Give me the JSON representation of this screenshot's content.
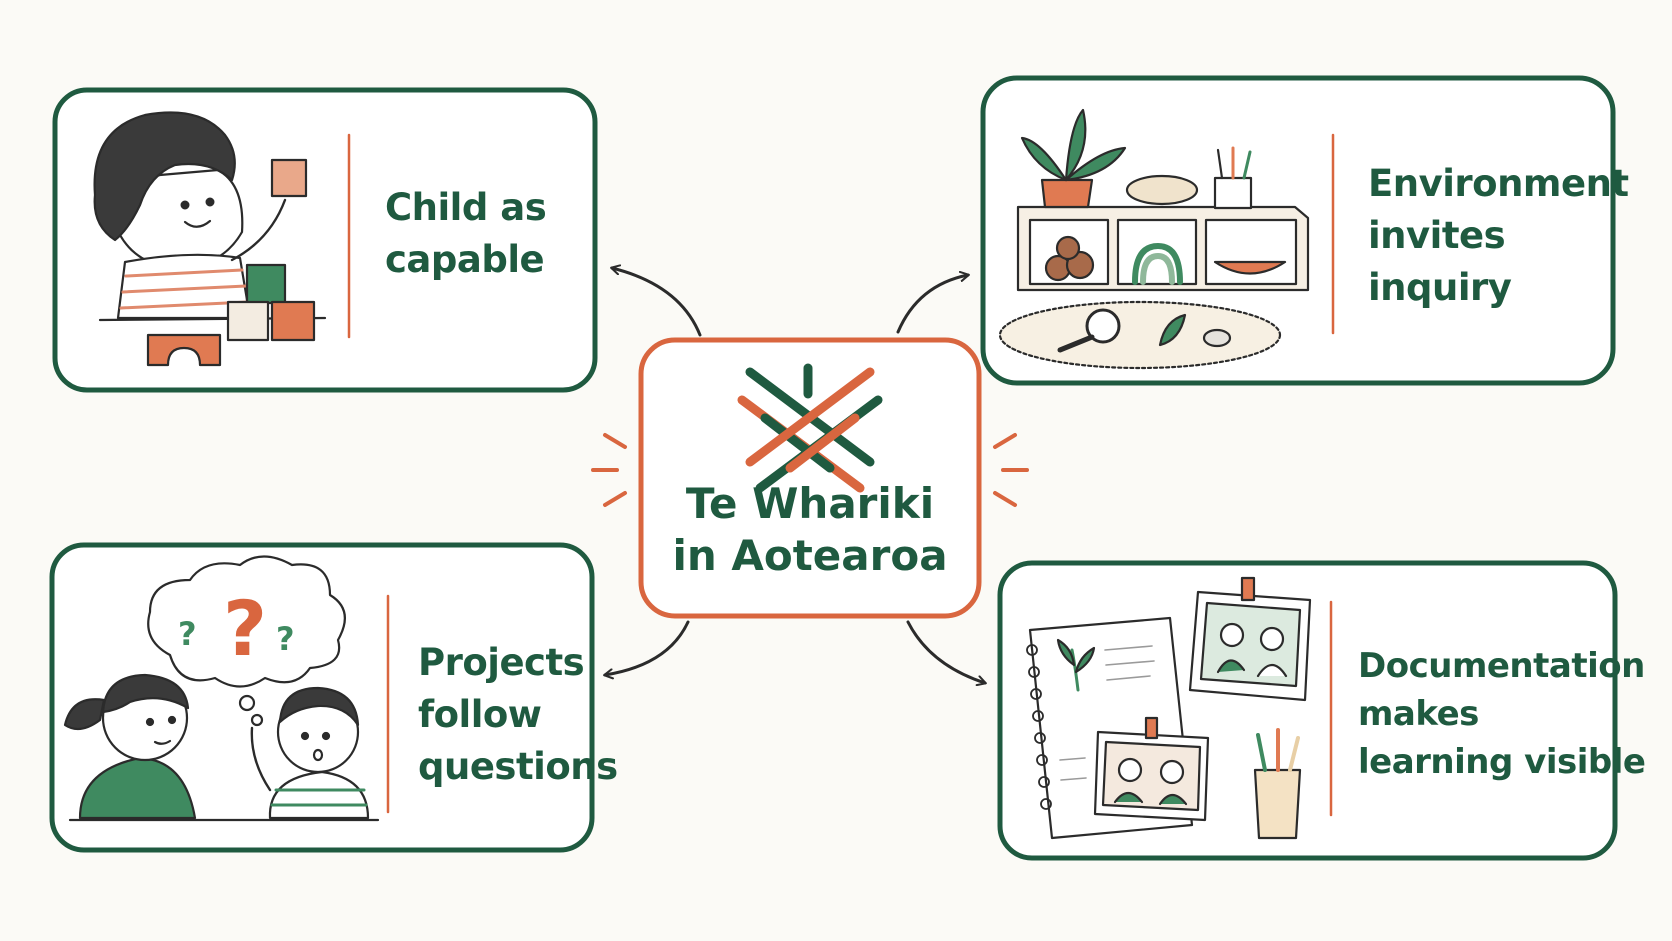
{
  "center": {
    "title_lines": [
      "Te Whariki",
      "in Aotearoa"
    ],
    "icon": "woven-lattice-icon"
  },
  "cards": [
    {
      "id": "child",
      "lines": [
        "Child as",
        "capable"
      ],
      "illustration": "child-with-blocks-illustration"
    },
    {
      "id": "environment",
      "lines": [
        "Environment",
        "invites",
        "inquiry"
      ],
      "illustration": "shelf-with-materials-illustration"
    },
    {
      "id": "projects",
      "lines": [
        "Projects",
        "follow",
        "questions"
      ],
      "illustration": "children-wondering-illustration"
    },
    {
      "id": "documentation",
      "lines": [
        "Documentation",
        "makes",
        "learning visible"
      ],
      "illustration": "journal-and-photos-illustration"
    }
  ],
  "colors": {
    "green": "#1f5a40",
    "orange": "#d9663f",
    "ink": "#2b2b2b",
    "background": "#fbfaf6"
  }
}
